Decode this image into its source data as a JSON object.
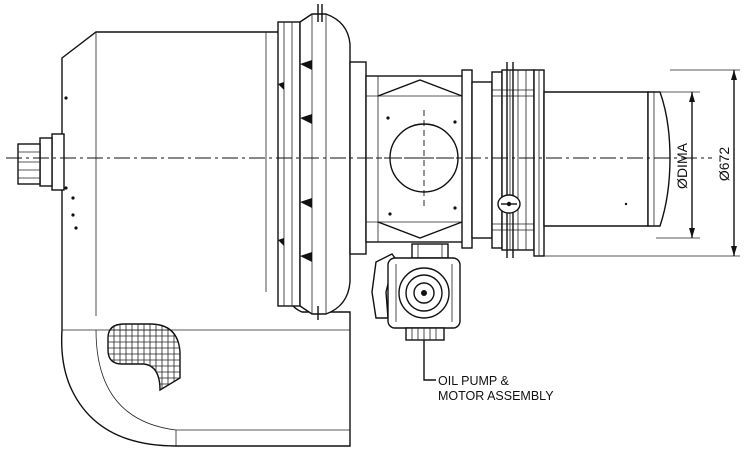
{
  "callout": {
    "line1": "OIL PUMP &",
    "line2": "MOTOR ASSEMBLY"
  },
  "dimensions": {
    "inner_diameter": "ØDIMA",
    "outer_diameter": "Ø672"
  }
}
